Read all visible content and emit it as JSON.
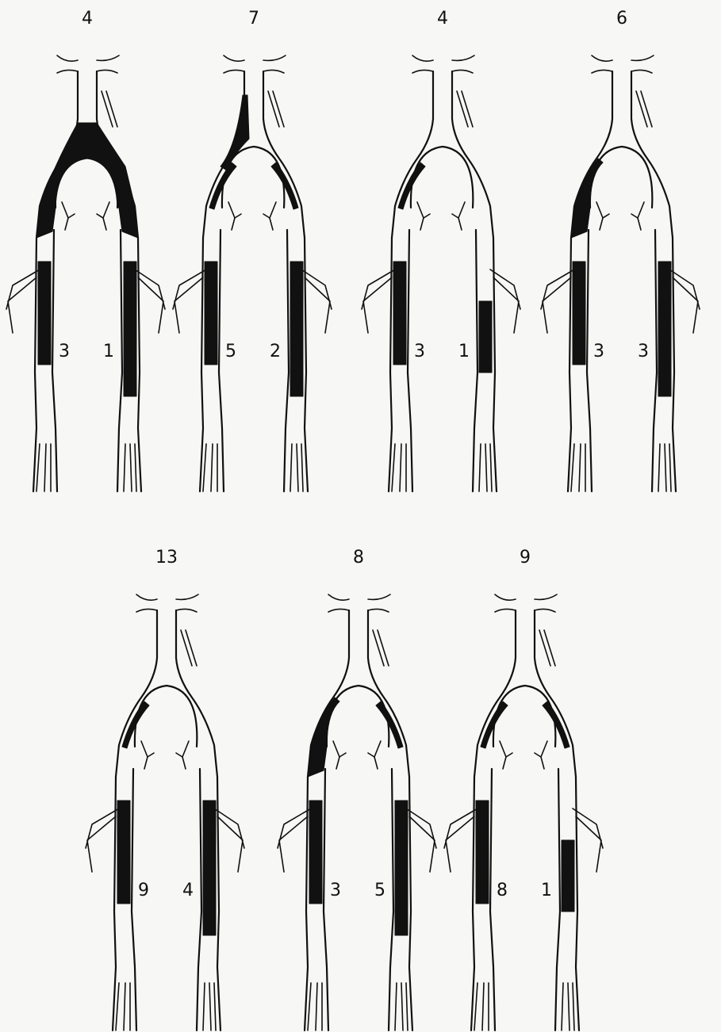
{
  "panels": [
    {
      "id": 1,
      "top_label": "4",
      "right_leg_label": "3",
      "left_leg_label": "1",
      "occlusion": {
        "aortic_bifurcation": "total",
        "right_iliac": "total",
        "left_iliac": "total",
        "right_femoral": "long",
        "left_femoral": "long"
      }
    },
    {
      "id": 2,
      "top_label": "7",
      "right_leg_label": "5",
      "left_leg_label": "2",
      "occlusion": {
        "aortic_bifurcation": "partial",
        "right_iliac": "partial",
        "left_iliac": "partial",
        "right_femoral": "long",
        "left_femoral": "long"
      }
    },
    {
      "id": 3,
      "top_label": "4",
      "right_leg_label": "3",
      "left_leg_label": "1",
      "occlusion": {
        "aortic_bifurcation": "none",
        "right_iliac": "partial",
        "left_iliac": "none",
        "right_femoral": "long",
        "left_femoral": "short"
      }
    },
    {
      "id": 4,
      "top_label": "6",
      "right_leg_label": "3",
      "left_leg_label": "3",
      "occlusion": {
        "aortic_bifurcation": "none",
        "right_iliac": "total",
        "left_iliac": "none",
        "right_femoral": "long",
        "left_femoral": "long"
      }
    },
    {
      "id": 5,
      "top_label": "13",
      "right_leg_label": "9",
      "left_leg_label": "4",
      "occlusion": {
        "aortic_bifurcation": "none",
        "right_iliac": "partial",
        "left_iliac": "none",
        "right_femoral": "long",
        "left_femoral": "long"
      }
    },
    {
      "id": 6,
      "top_label": "8",
      "right_leg_label": "3",
      "left_leg_label": "5",
      "occlusion": {
        "aortic_bifurcation": "none",
        "right_iliac": "total",
        "left_iliac": "partial",
        "right_femoral": "long",
        "left_femoral": "long"
      }
    },
    {
      "id": 7,
      "top_label": "9",
      "right_leg_label": "8",
      "left_leg_label": "1",
      "occlusion": {
        "aortic_bifurcation": "none",
        "right_iliac": "partial",
        "left_iliac": "partial",
        "right_femoral": "long",
        "left_femoral": "short"
      }
    }
  ]
}
